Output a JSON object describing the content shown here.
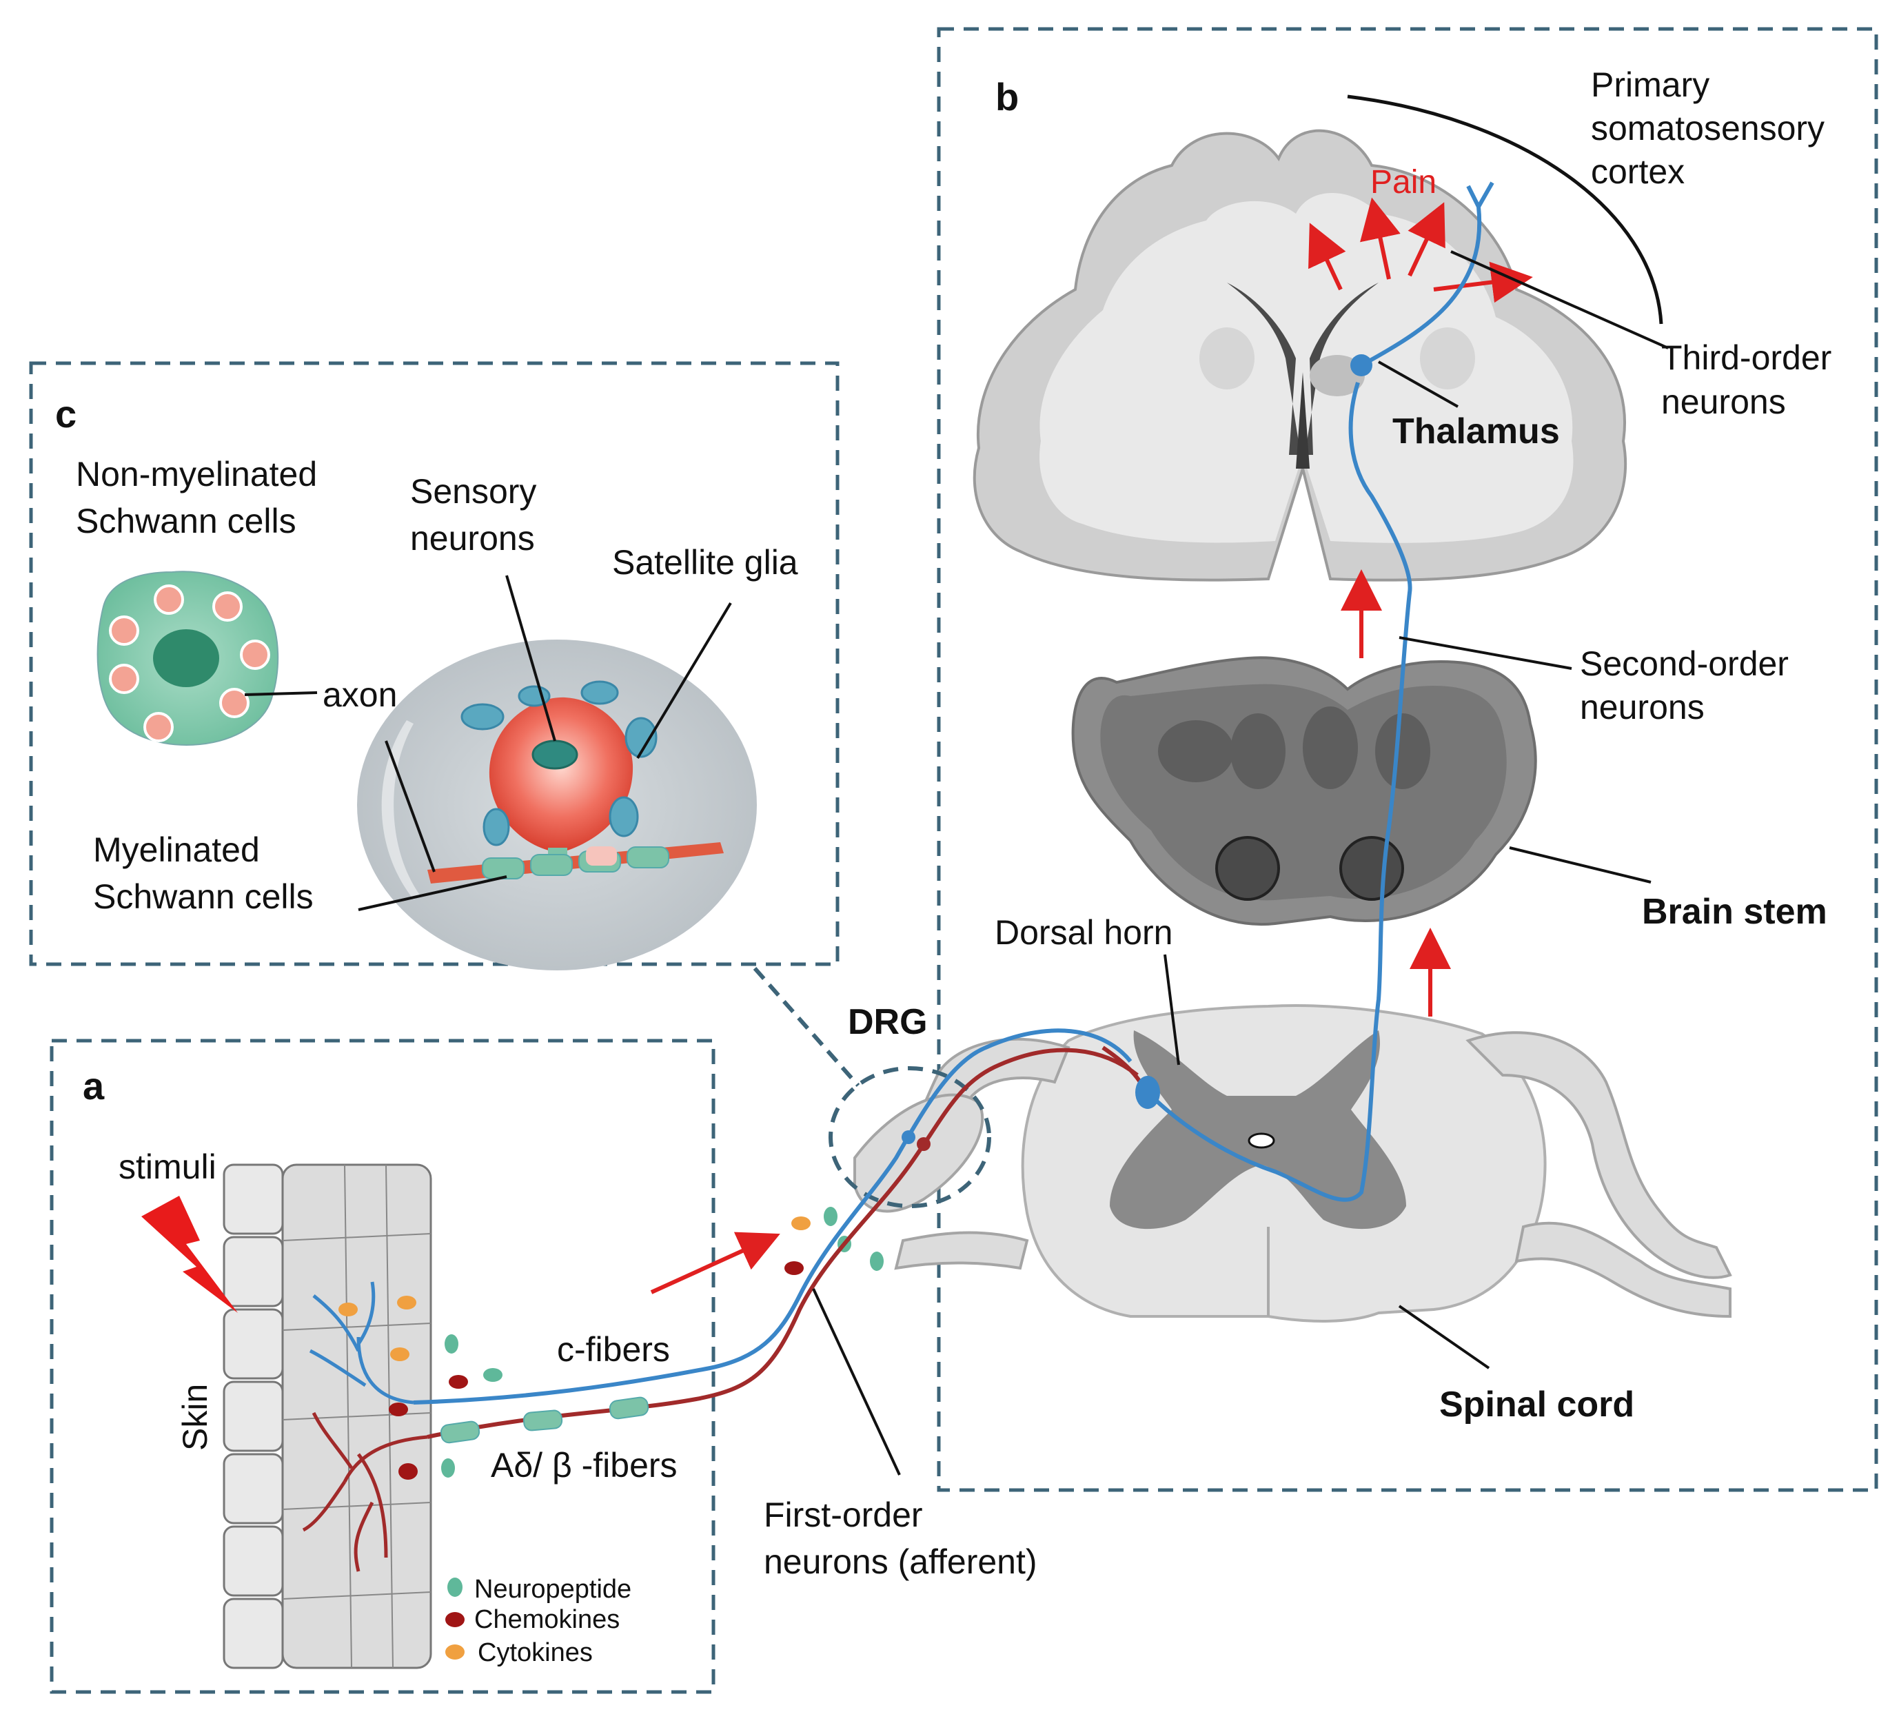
{
  "panels": {
    "a": {
      "letter": "a",
      "stimuli": "stimuli",
      "skin": "Skin",
      "c_fibers": "c-fibers",
      "a_fibers": "Aδ/ β -fibers",
      "legend": [
        {
          "label": "Neuropeptide",
          "color": "#5fb89a"
        },
        {
          "label": "Chemokines",
          "color": "#a01515"
        },
        {
          "label": "Cytokines",
          "color": "#f0a040"
        }
      ]
    },
    "b": {
      "letter": "b",
      "cortex_line1": "Primary",
      "cortex_line2": "somatosensory",
      "cortex_line3": "cortex",
      "pain": "Pain",
      "third_line1": "Third-order",
      "third_line2": "neurons",
      "thalamus": "Thalamus",
      "second_line1": "Second-order",
      "second_line2": "neurons",
      "brain_stem": "Brain stem",
      "dorsal_horn": "Dorsal horn",
      "spinal_cord": "Spinal cord"
    },
    "c": {
      "letter": "c",
      "nonmyel_line1": "Non-myelinated",
      "nonmyel_line2": "Schwann cells",
      "sensory_line1": "Sensory",
      "sensory_line2": "neurons",
      "satellite": "Satellite glia",
      "axon": "axon",
      "myel_line1": "Myelinated",
      "myel_line2": "Schwann cells"
    }
  },
  "drg": "DRG",
  "first_line1": "First-order",
  "first_line2": "neurons (afferent)",
  "colors": {
    "frame": "#3d6478",
    "c_fiber": "#3a86c8",
    "a_fiber": "#a12a2a",
    "arrow": "#e02020",
    "schwann": "#7cc3a8"
  }
}
